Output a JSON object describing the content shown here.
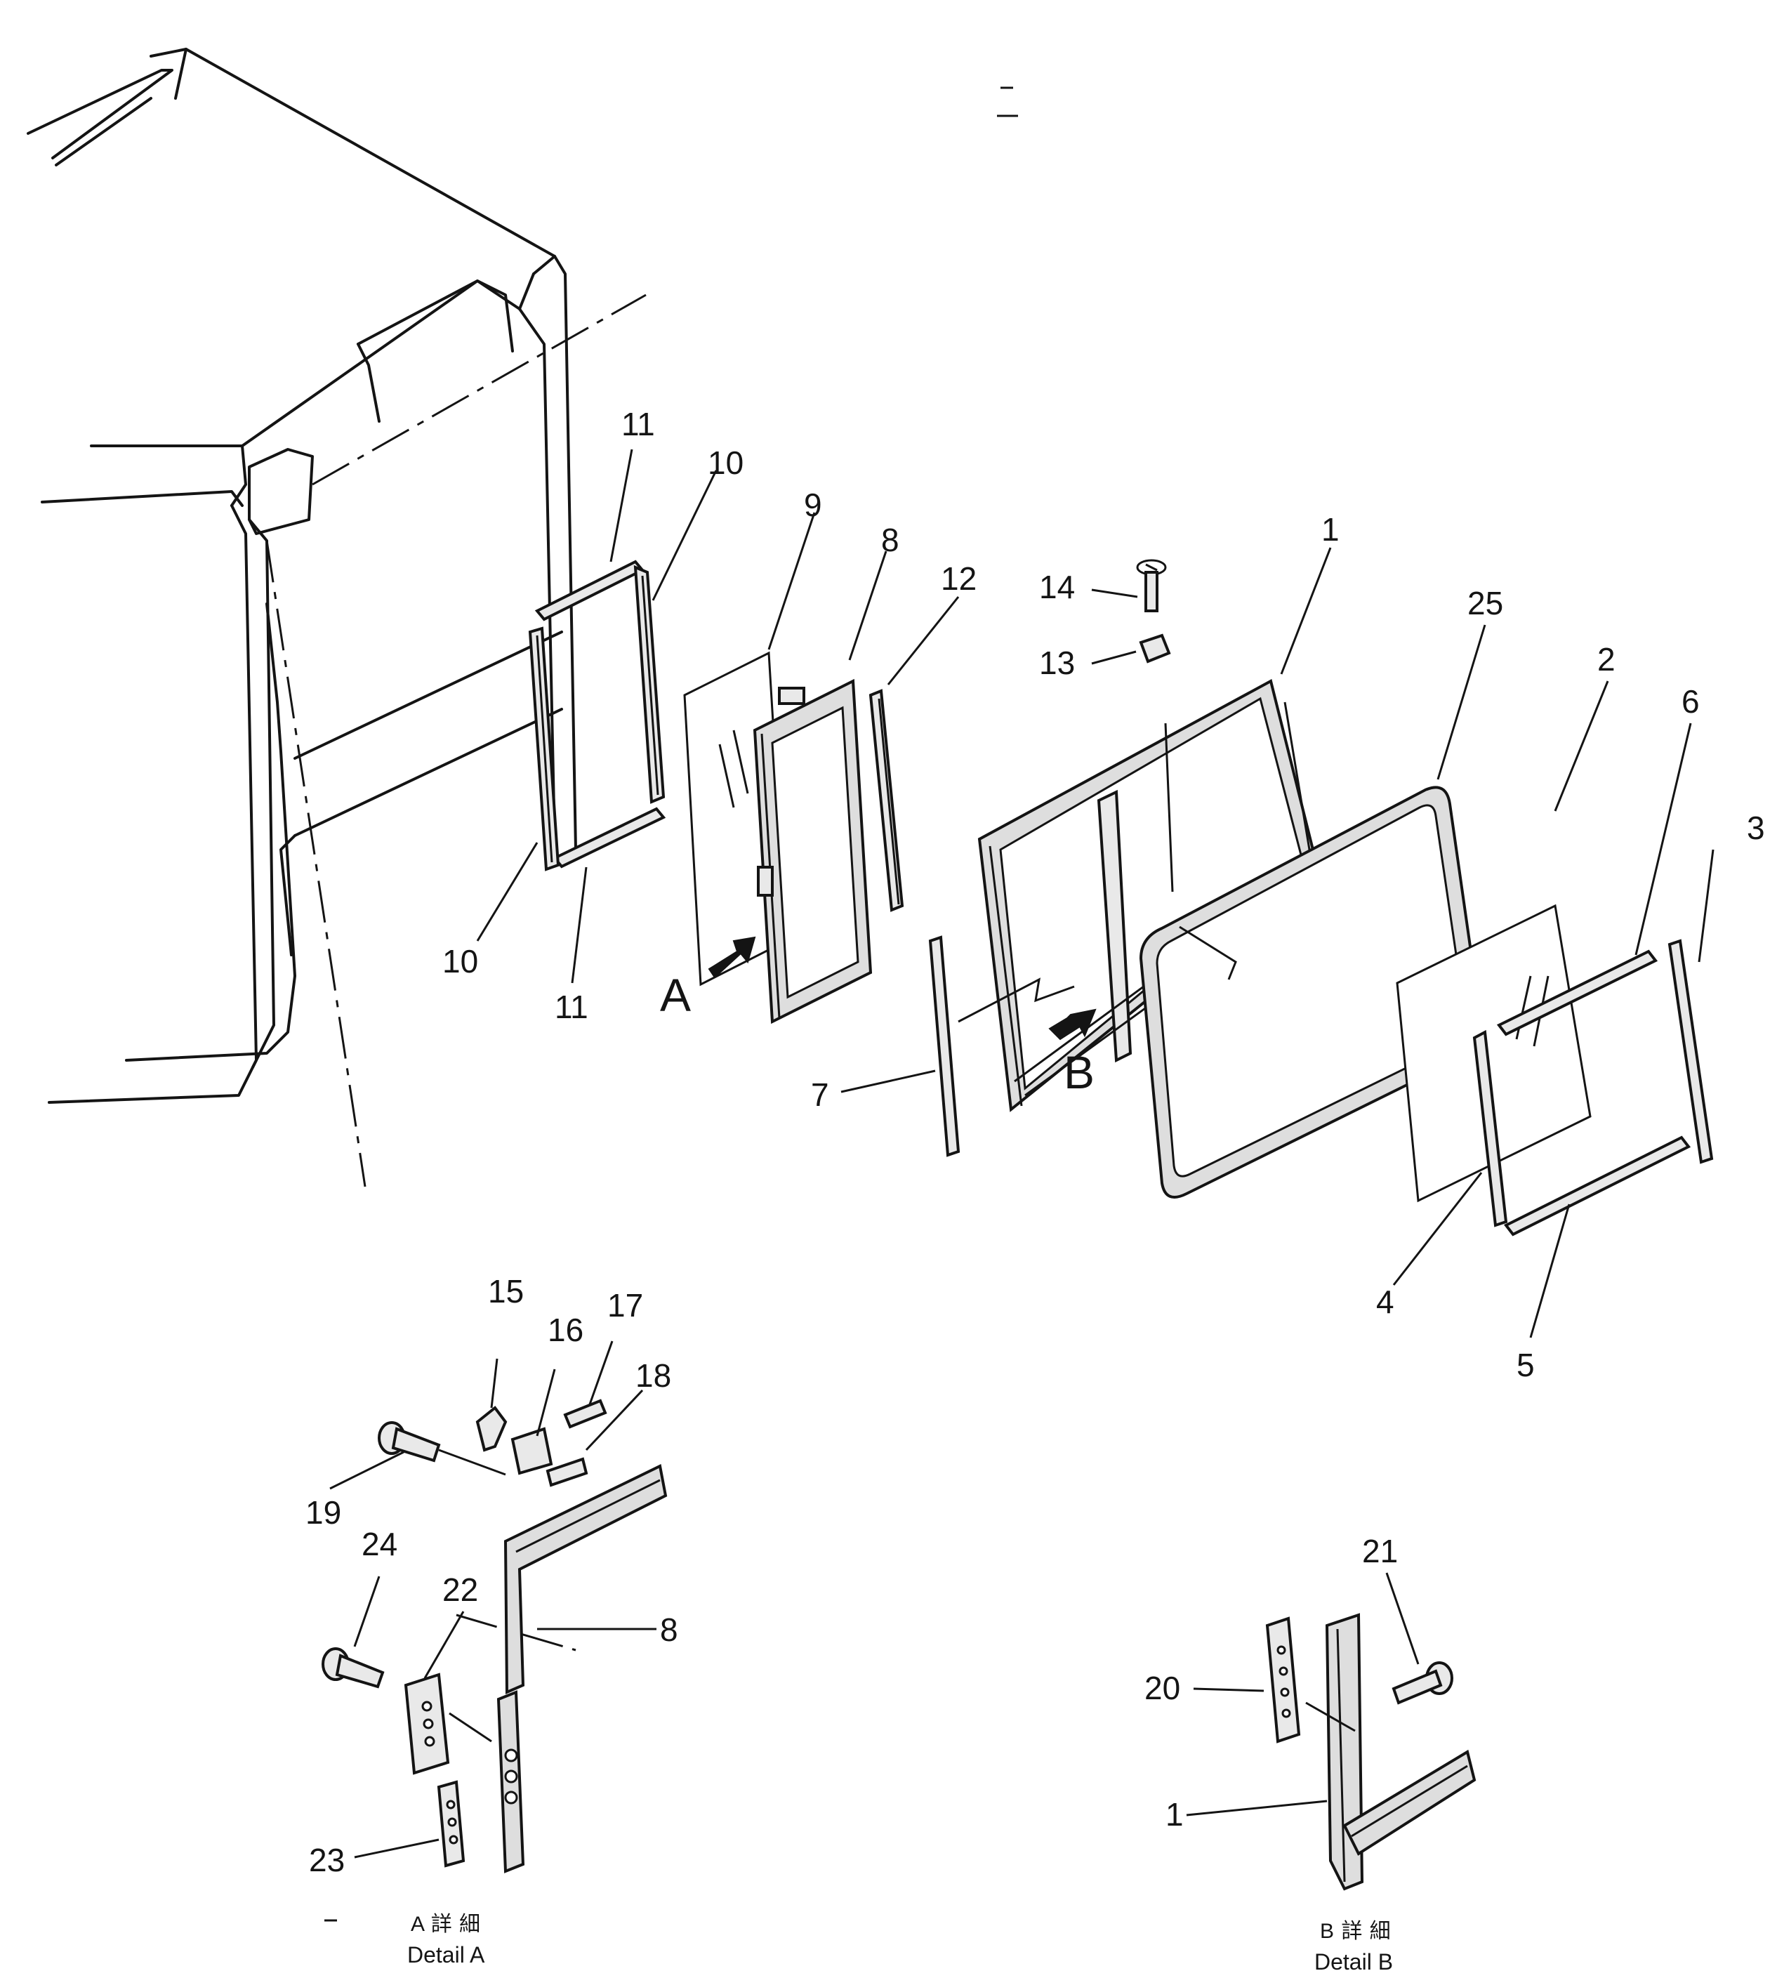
{
  "part_numbers": {
    "p1": "1",
    "p2": "2",
    "p3": "3",
    "p4": "4",
    "p5": "5",
    "p6": "6",
    "p7": "7",
    "p8": "8",
    "p9": "9",
    "p10": "10",
    "p11": "11",
    "p12": "12",
    "p13": "13",
    "p14": "14",
    "p15": "15",
    "p16": "16",
    "p17": "17",
    "p18": "18",
    "p19": "19",
    "p20": "20",
    "p21": "21",
    "p22": "22",
    "p23": "23",
    "p24": "24",
    "p25": "25"
  },
  "view_markers": {
    "a": "A",
    "b": "B"
  },
  "captions": {
    "detail_a_jp": "A 詳 細",
    "detail_a_en": "Detail A",
    "detail_b_jp": "B 詳 細",
    "detail_b_en": "Detail B"
  }
}
